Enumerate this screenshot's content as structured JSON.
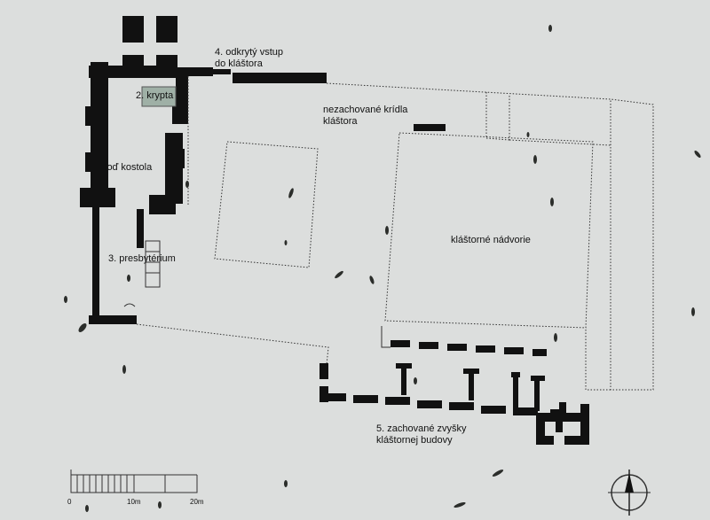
{
  "labels": {
    "entrance_line1": "4. odkrytý vstup",
    "entrance_line2": "do kláštora",
    "crypt": "2. krypta",
    "wings_line1": "nezachované krídla",
    "wings_line2": "kláštora",
    "nave": "loď kostola",
    "courtyard": "kláštorné nádvorie",
    "presbytery": "3. presbytérium",
    "remains_line1": "5. zachované zvyšky",
    "remains_line2": "kláštornej budovy"
  },
  "scale_bar": {
    "tick_0": "0",
    "tick_10": "10m",
    "tick_20": "20m"
  },
  "compass": {
    "icon": "north-arrow-icon"
  },
  "colors": {
    "background": "#dcdedd",
    "walls": "#111111",
    "crypt_fill": "#9fb0a6"
  }
}
